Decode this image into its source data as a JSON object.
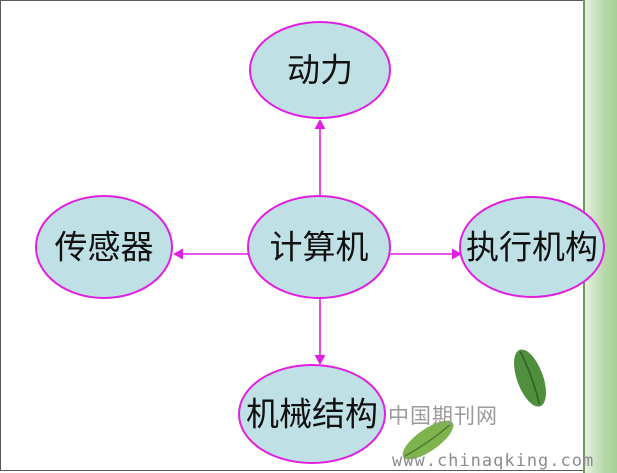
{
  "nodes": {
    "power": "动力",
    "computer": "计算机",
    "sensor": "传感器",
    "actuator": "执行机构",
    "mechanism": "机械结构"
  },
  "watermark": {
    "site_name": "中国期刊网",
    "url": "www.chinaqking.com"
  },
  "colors": {
    "node_fill": "#bfe0e4",
    "node_stroke": "#e020e0",
    "edge": "#e020e0",
    "side_strip": "#a8cf98"
  },
  "decorations": [
    "leaf-icon",
    "leaf-icon"
  ]
}
